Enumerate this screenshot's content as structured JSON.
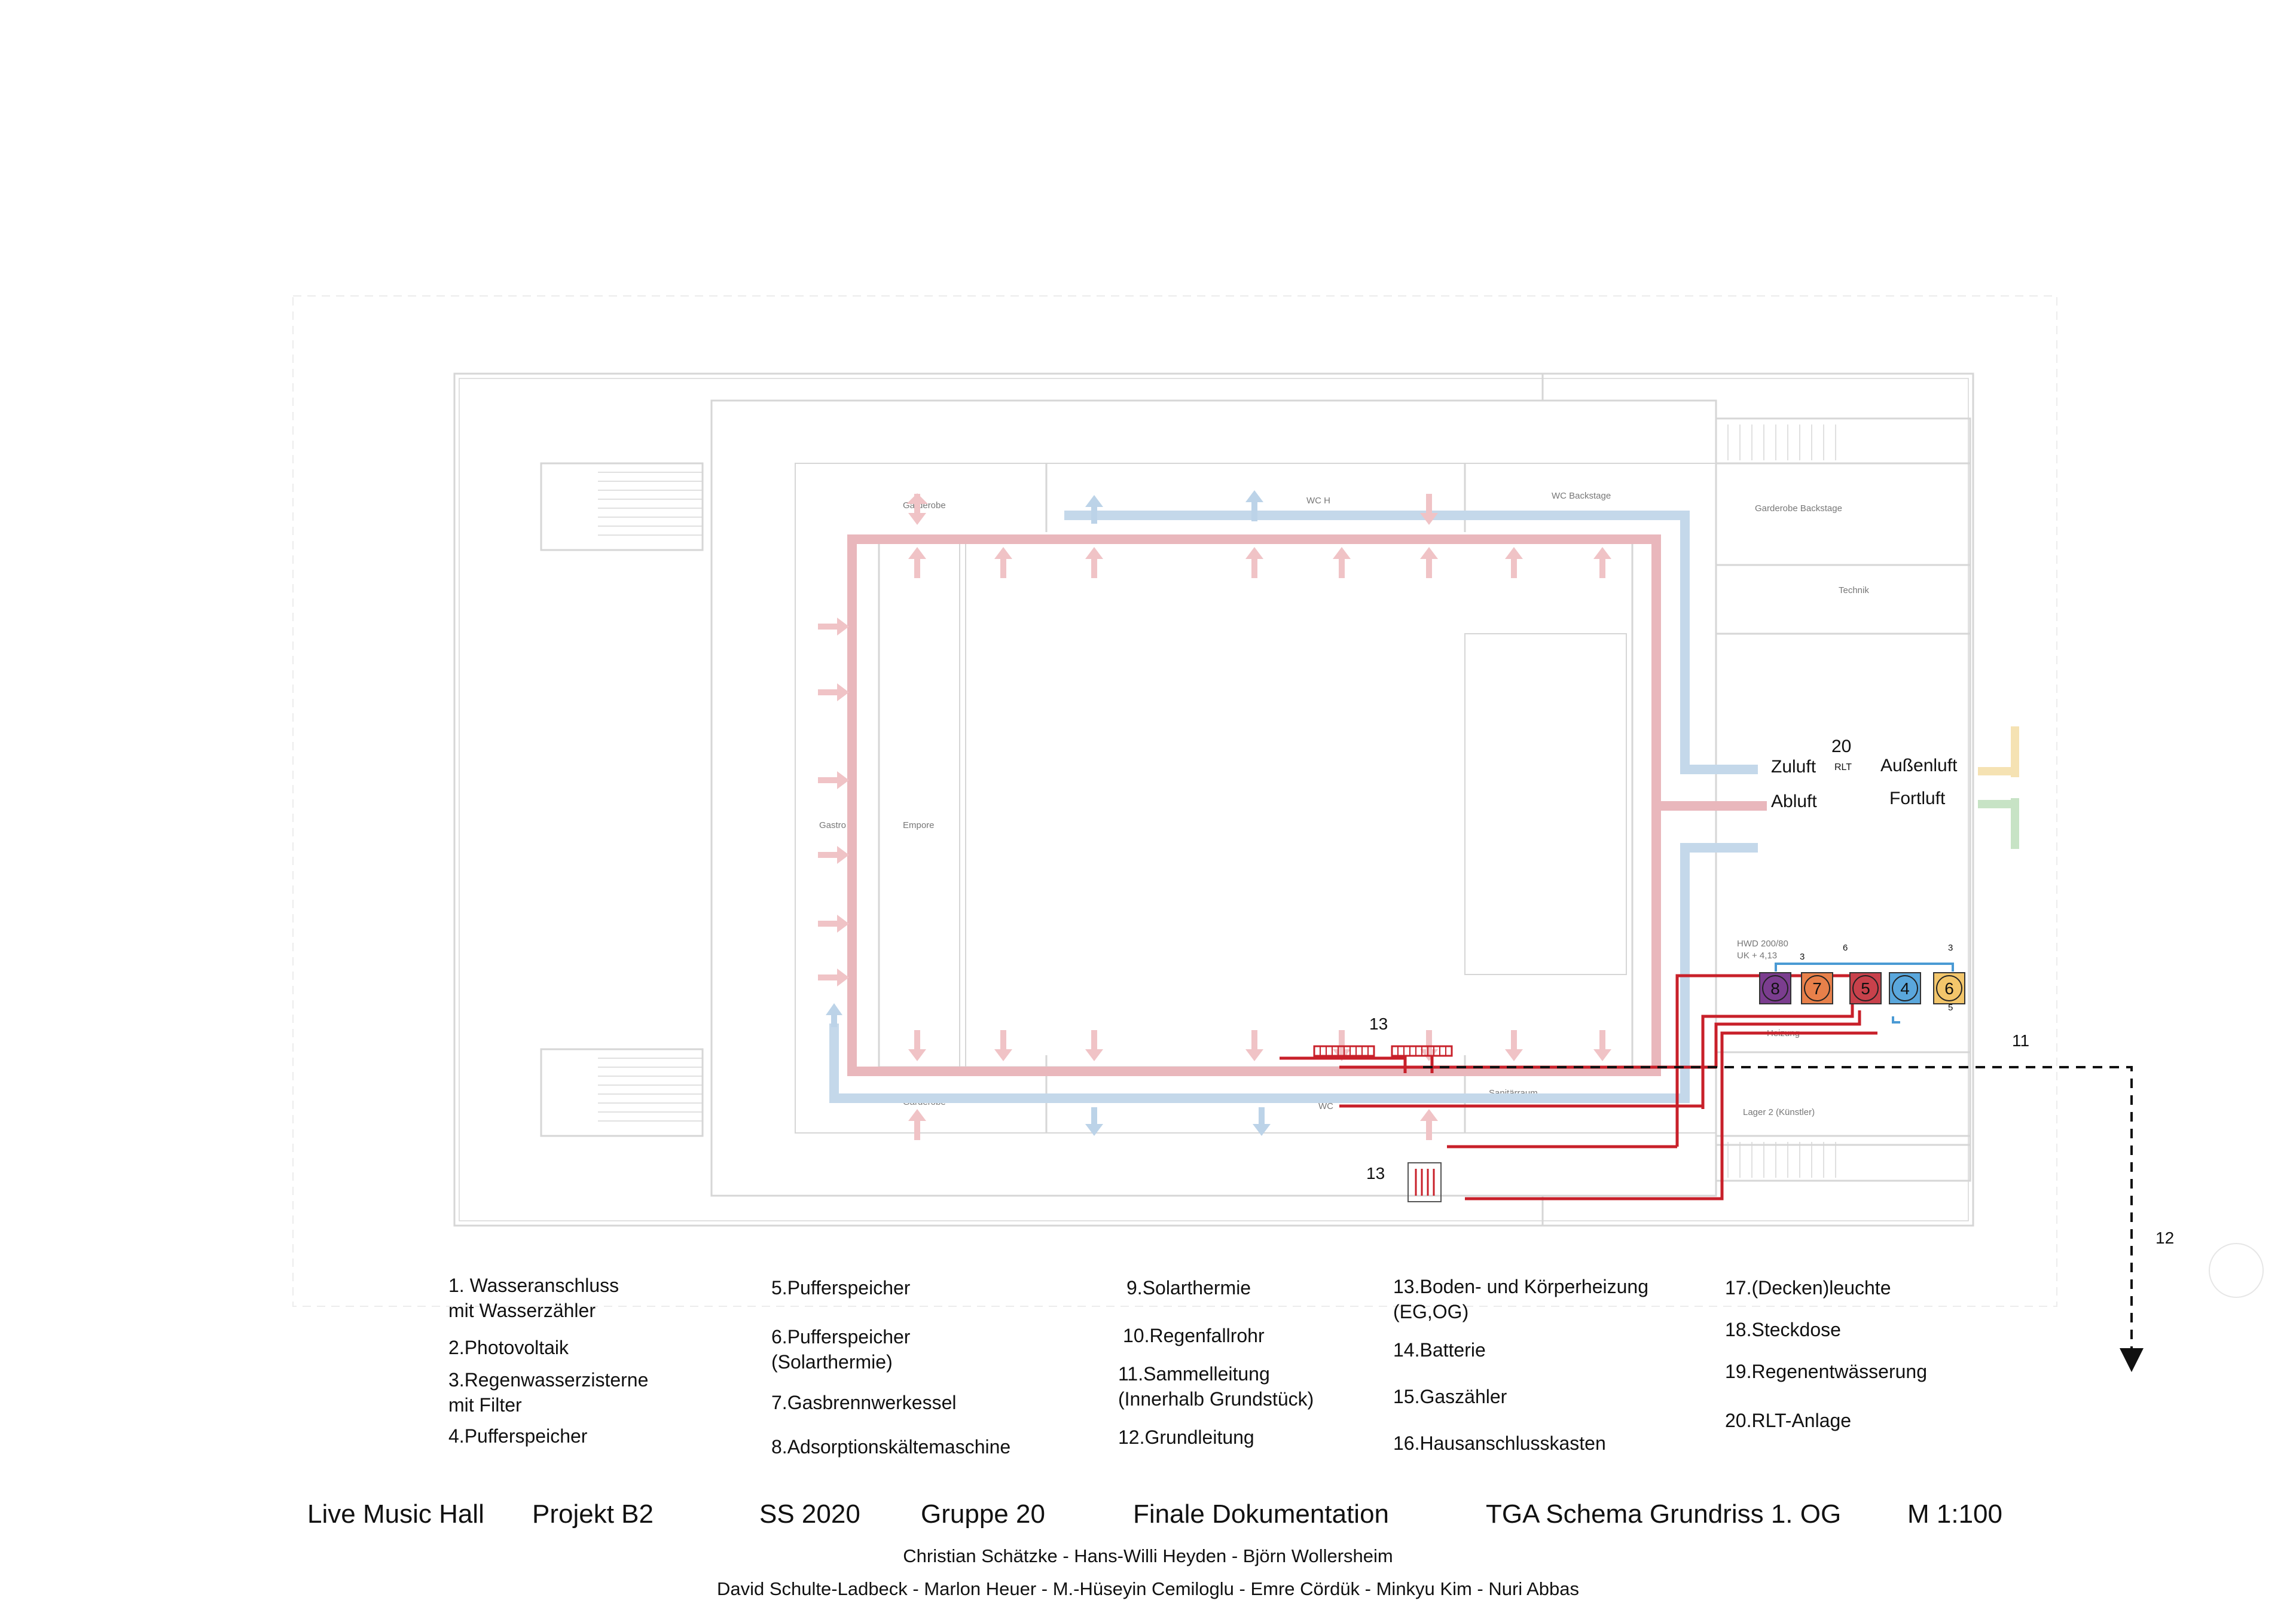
{
  "rooms": {
    "garderobe_top": "Garderobe",
    "wc_h": "WC H",
    "wc_backstage": "WC Backstage",
    "garderobe_backstage": "Garderobe Backstage",
    "technik": "Technik",
    "gastro": "Gastro",
    "empore": "Empore",
    "garderobe_bottom": "Garderobe",
    "wc_bottom": "WC",
    "sanitaerraum": "Sanitärraum",
    "lager2": "Lager 2 (Künstler)",
    "heizung": "Heizung",
    "hwd1": "HWD 200/80",
    "hwd2": "UK + 4,13"
  },
  "rlt": {
    "number": "20",
    "sub": "RLT",
    "zuluft": "Zuluft",
    "abluft": "Abluft",
    "aussenluft": "Außenluft",
    "fortluft": "Fortluft"
  },
  "markers": {
    "m13_top": "13",
    "m13_bottom": "13",
    "m11": "11",
    "m12": "12",
    "pipe_3": "3",
    "pipe_6": "6",
    "pipe_3b": "3",
    "pipe_5": "5"
  },
  "tanks": [
    {
      "label": "8",
      "color": "#7b3d8f"
    },
    {
      "label": "7",
      "color": "#e8804a"
    },
    {
      "label": "5",
      "color": "#c8414b"
    },
    {
      "label": "4",
      "color": "#5aa7dc"
    },
    {
      "label": "6",
      "color": "#f3c66b"
    }
  ],
  "colors": {
    "abluft": "#e9b7bc",
    "zuluft": "#c4d8ea",
    "heating": "#c8202a",
    "supply": "#4a9ad4",
    "aussenluft": "#f5e2b3",
    "fortluft": "#c7e3c5",
    "wall": "#d6d6d6"
  },
  "legend": {
    "col1": [
      "1. Wasseranschluss",
      "mit Wasserzähler",
      "2.Photovoltaik",
      "3.Regenwasserzisterne",
      "mit Filter",
      "4.Pufferspeicher"
    ],
    "col2": [
      "5.Pufferspeicher",
      "6.Pufferspeicher",
      "(Solarthermie)",
      "7.Gasbrennwerkessel",
      "8.Adsorptionskältemaschine"
    ],
    "col3": [
      "9.Solarthermie",
      "10.Regenfallrohr",
      "11.Sammelleitung",
      "(Innerhalb Grundstück)",
      "12.Grundleitung"
    ],
    "col4": [
      "13.Boden- und Körperheizung",
      "(EG,OG)",
      "14.Batterie",
      "15.Gaszähler",
      "16.Hausanschlusskasten"
    ],
    "col5": [
      "17.(Decken)leuchte",
      "18.Steckdose",
      "19.Regenentwässerung",
      "20.RLT-Anlage"
    ]
  },
  "title_row": {
    "project": "Live Music Hall",
    "code": "Projekt B2",
    "semester": "SS 2020",
    "group": "Gruppe 20",
    "doc": "Finale Dokumentation",
    "sheet": "TGA Schema Grundriss 1. OG",
    "scale": "M 1:100"
  },
  "credits": {
    "line1": "Christian Schätzke - Hans-Willi Heyden - Björn Wollersheim",
    "line2": "David Schulte-Ladbeck - Marlon Heuer - M.-Hüseyin Cemiloglu - Emre Cördük - Minkyu Kim - Nuri Abbas"
  }
}
